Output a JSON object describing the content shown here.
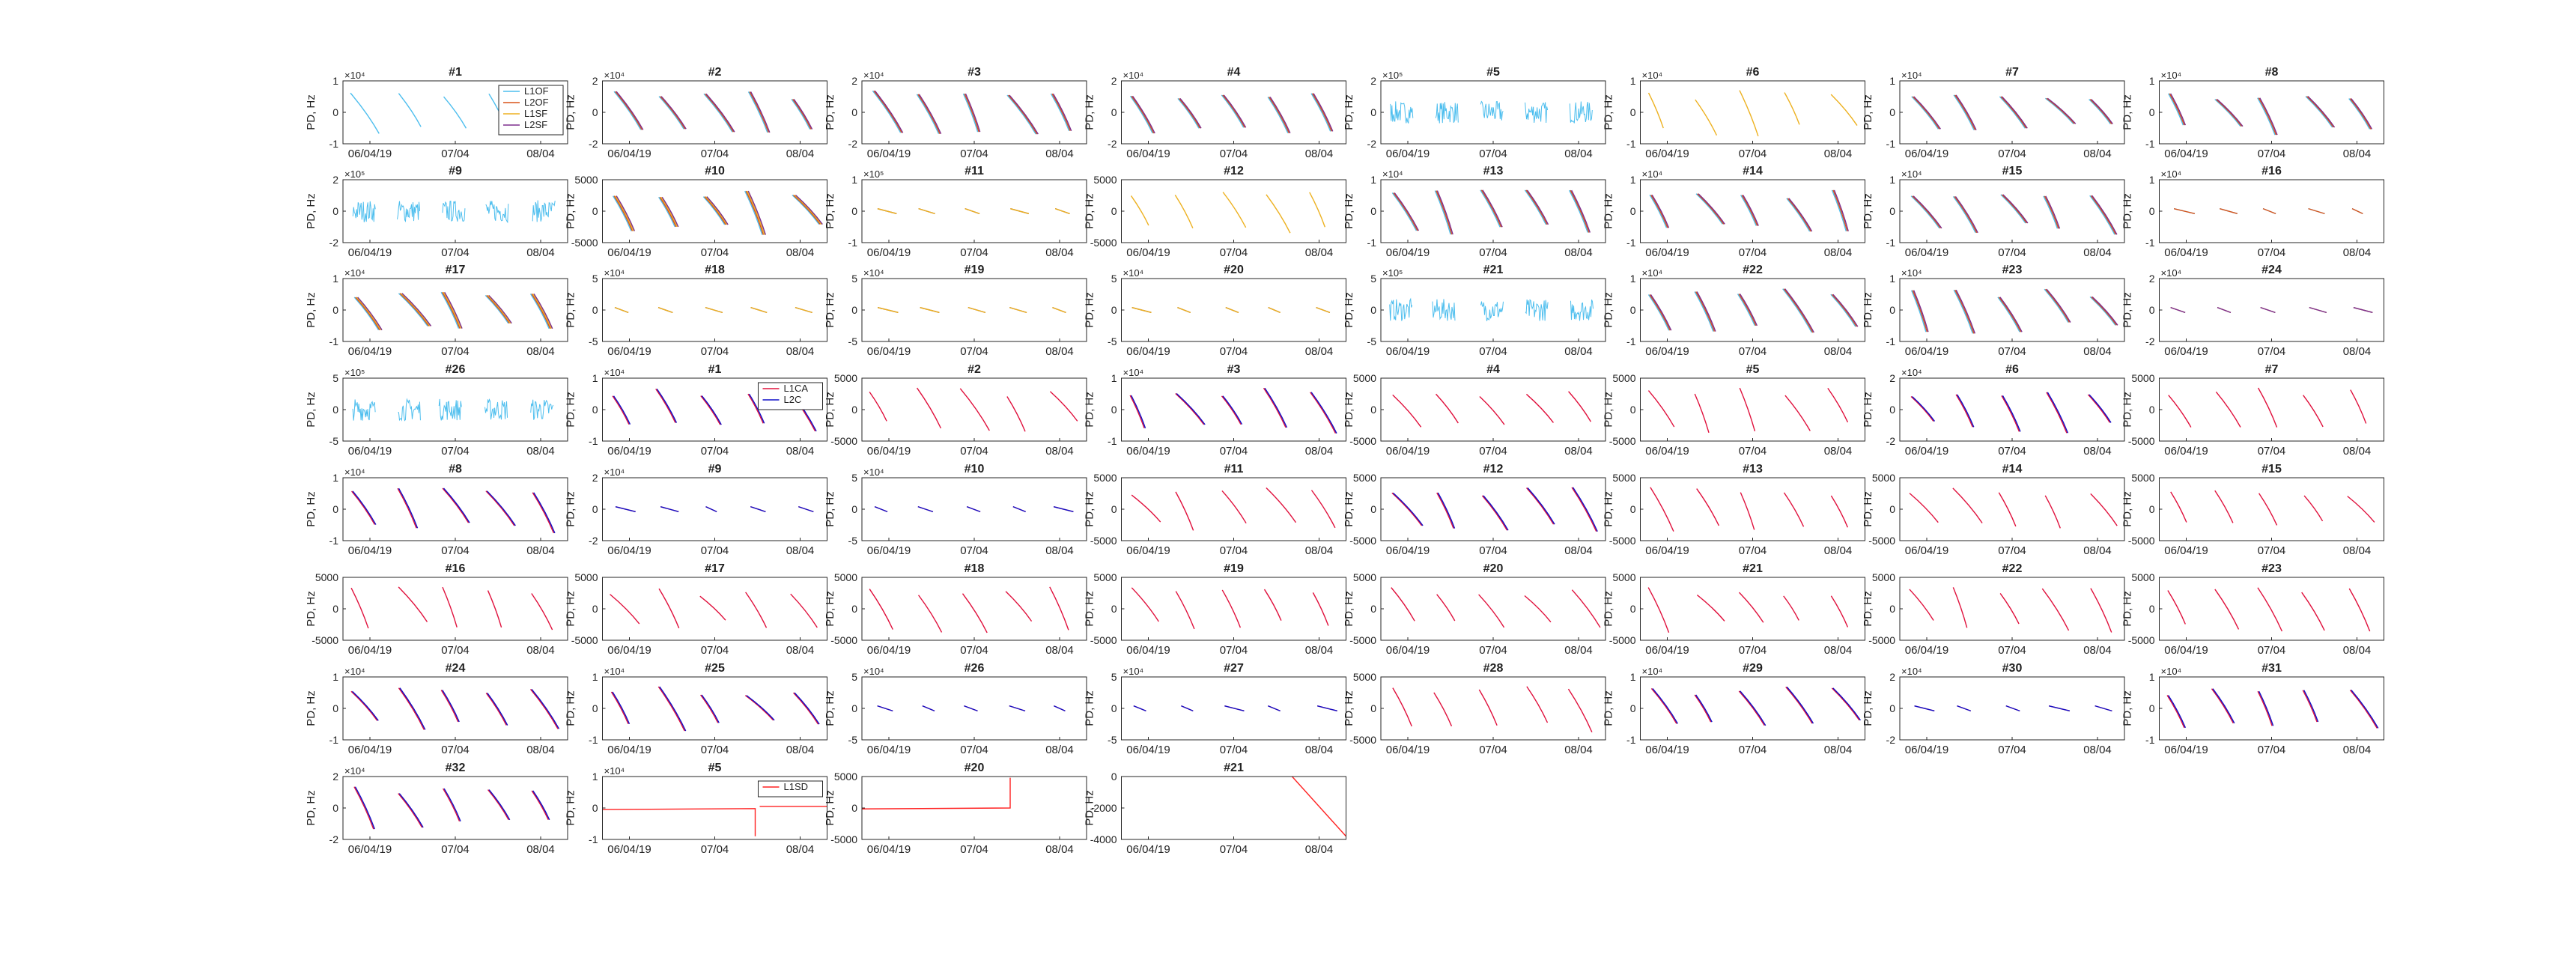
{
  "figure": {
    "ylabel": "PD, Hz",
    "xticks": [
      "06/04/19",
      "07/04",
      "08/04"
    ]
  },
  "legends": {
    "glonass": [
      "L1OF",
      "L2OF",
      "L1SF",
      "L2SF"
    ],
    "gps": [
      "L1CA",
      "L2C"
    ],
    "sbas": [
      "L1SD"
    ]
  },
  "colors": {
    "L1OF": "#4DBEEE",
    "L2OF": "#D95319",
    "L1SF": "#EDB120",
    "L2SF": "#7E2F8E",
    "L1CA": "#E0103C",
    "L2C": "#1010C8",
    "L1SD": "#FF2020"
  },
  "chart_data": [
    {
      "type": "line",
      "title": "#1",
      "yticks": [
        "1",
        "0",
        "-1"
      ],
      "exp": "×10⁴",
      "ylim": [
        -1,
        1
      ],
      "series": [
        "L1OF"
      ],
      "pattern": "saw",
      "legend": "glonass"
    },
    {
      "type": "line",
      "title": "#2",
      "yticks": [
        "2",
        "0",
        "-2"
      ],
      "exp": "×10⁴",
      "ylim": [
        -2,
        2
      ],
      "series": [
        "L1OF",
        "L2OF",
        "L2SF"
      ],
      "pattern": "saw"
    },
    {
      "type": "line",
      "title": "#3",
      "yticks": [
        "2",
        "0",
        "-2"
      ],
      "exp": "×10⁴",
      "ylim": [
        -2,
        2
      ],
      "series": [
        "L1OF",
        "L2OF",
        "L2SF"
      ],
      "pattern": "saw"
    },
    {
      "type": "line",
      "title": "#4",
      "yticks": [
        "2",
        "0",
        "-2"
      ],
      "exp": "×10⁴",
      "ylim": [
        -2,
        2
      ],
      "series": [
        "L1OF",
        "L2OF",
        "L2SF"
      ],
      "pattern": "saw"
    },
    {
      "type": "line",
      "title": "#5",
      "yticks": [
        "2",
        "0",
        "-2"
      ],
      "exp": "×10⁵",
      "ylim": [
        -2,
        2
      ],
      "series": [
        "L1OF"
      ],
      "pattern": "noise"
    },
    {
      "type": "line",
      "title": "#6",
      "yticks": [
        "1",
        "0",
        "-1"
      ],
      "exp": "×10⁴",
      "ylim": [
        -1,
        1
      ],
      "series": [
        "L1SF"
      ],
      "pattern": "saw"
    },
    {
      "type": "line",
      "title": "#7",
      "yticks": [
        "1",
        "0",
        "-1"
      ],
      "exp": "×10⁴",
      "ylim": [
        -1,
        1
      ],
      "series": [
        "L1OF",
        "L2OF",
        "L2SF"
      ],
      "pattern": "saw"
    },
    {
      "type": "line",
      "title": "#8",
      "yticks": [
        "1",
        "0",
        "-1"
      ],
      "exp": "×10⁴",
      "ylim": [
        -1,
        1
      ],
      "series": [
        "L1OF",
        "L2OF",
        "L2SF"
      ],
      "pattern": "saw"
    },
    {
      "type": "line",
      "title": "#9",
      "yticks": [
        "2",
        "0",
        "-2"
      ],
      "exp": "×10⁵",
      "ylim": [
        -2,
        2
      ],
      "series": [
        "L1OF"
      ],
      "pattern": "noise"
    },
    {
      "type": "line",
      "title": "#10",
      "yticks": [
        "5000",
        "0",
        "-5000"
      ],
      "exp": "",
      "ylim": [
        -5000,
        5000
      ],
      "series": [
        "L1OF",
        "L2OF",
        "L1SF",
        "L2SF"
      ],
      "pattern": "saw"
    },
    {
      "type": "line",
      "title": "#11",
      "yticks": [
        "1",
        "0",
        "-1"
      ],
      "exp": "×10⁵",
      "ylim": [
        -1,
        1
      ],
      "series": [
        "L1OF",
        "L2OF",
        "L1SF"
      ],
      "pattern": "flat"
    },
    {
      "type": "line",
      "title": "#12",
      "yticks": [
        "5000",
        "0",
        "-5000"
      ],
      "exp": "",
      "ylim": [
        -5000,
        5000
      ],
      "series": [
        "L1SF"
      ],
      "pattern": "saw"
    },
    {
      "type": "line",
      "title": "#13",
      "yticks": [
        "1",
        "0",
        "-1"
      ],
      "exp": "×10⁴",
      "ylim": [
        -1,
        1
      ],
      "series": [
        "L1OF",
        "L2OF",
        "L2SF"
      ],
      "pattern": "saw"
    },
    {
      "type": "line",
      "title": "#14",
      "yticks": [
        "1",
        "0",
        "-1"
      ],
      "exp": "×10⁴",
      "ylim": [
        -1,
        1
      ],
      "series": [
        "L1OF",
        "L2OF",
        "L2SF"
      ],
      "pattern": "saw"
    },
    {
      "type": "line",
      "title": "#15",
      "yticks": [
        "1",
        "0",
        "-1"
      ],
      "exp": "×10⁴",
      "ylim": [
        -1,
        1
      ],
      "series": [
        "L1OF",
        "L2OF",
        "L2SF"
      ],
      "pattern": "saw"
    },
    {
      "type": "line",
      "title": "#16",
      "yticks": [
        "1",
        "0",
        "-1"
      ],
      "exp": "×10⁴",
      "ylim": [
        -1,
        1
      ],
      "series": [
        "L1OF",
        "L2OF"
      ],
      "pattern": "flat"
    },
    {
      "type": "line",
      "title": "#17",
      "yticks": [
        "1",
        "0",
        "-1"
      ],
      "exp": "×10⁴",
      "ylim": [
        -1,
        1
      ],
      "series": [
        "L1OF",
        "L2OF",
        "L1SF",
        "L2SF"
      ],
      "pattern": "saw"
    },
    {
      "type": "line",
      "title": "#18",
      "yticks": [
        "5",
        "0",
        "-5"
      ],
      "exp": "×10⁴",
      "ylim": [
        -5,
        5
      ],
      "series": [
        "L1OF",
        "L2OF",
        "L1SF"
      ],
      "pattern": "flat"
    },
    {
      "type": "line",
      "title": "#19",
      "yticks": [
        "5",
        "0",
        "-5"
      ],
      "exp": "×10⁴",
      "ylim": [
        -5,
        5
      ],
      "series": [
        "L1OF",
        "L2OF",
        "L1SF"
      ],
      "pattern": "flat"
    },
    {
      "type": "line",
      "title": "#20",
      "yticks": [
        "5",
        "0",
        "-5"
      ],
      "exp": "×10⁴",
      "ylim": [
        -5,
        5
      ],
      "series": [
        "L1OF",
        "L2OF",
        "L1SF"
      ],
      "pattern": "flat"
    },
    {
      "type": "line",
      "title": "#21",
      "yticks": [
        "5",
        "0",
        "-5"
      ],
      "exp": "×10⁵",
      "ylim": [
        -5,
        5
      ],
      "series": [
        "L1OF"
      ],
      "pattern": "noise"
    },
    {
      "type": "line",
      "title": "#22",
      "yticks": [
        "1",
        "0",
        "-1"
      ],
      "exp": "×10⁴",
      "ylim": [
        -1,
        1
      ],
      "series": [
        "L1OF",
        "L2OF",
        "L2SF"
      ],
      "pattern": "saw"
    },
    {
      "type": "line",
      "title": "#23",
      "yticks": [
        "1",
        "0",
        "-1"
      ],
      "exp": "×10⁴",
      "ylim": [
        -1,
        1
      ],
      "series": [
        "L1OF",
        "L2OF",
        "L2SF"
      ],
      "pattern": "saw"
    },
    {
      "type": "line",
      "title": "#24",
      "yticks": [
        "2",
        "0",
        "-2"
      ],
      "exp": "×10⁴",
      "ylim": [
        -2,
        2
      ],
      "series": [
        "L1OF",
        "L2OF",
        "L2SF"
      ],
      "pattern": "flat"
    },
    {
      "type": "line",
      "title": "#26",
      "yticks": [
        "5",
        "0",
        "-5"
      ],
      "exp": "×10⁵",
      "ylim": [
        -5,
        5
      ],
      "series": [
        "L1OF"
      ],
      "pattern": "noise"
    },
    {
      "type": "line",
      "title": "#1",
      "yticks": [
        "1",
        "0",
        "-1"
      ],
      "exp": "×10⁴",
      "ylim": [
        -1,
        1
      ],
      "series": [
        "L1CA",
        "L2C"
      ],
      "pattern": "saw",
      "legend": "gps"
    },
    {
      "type": "line",
      "title": "#2",
      "yticks": [
        "5000",
        "0",
        "-5000"
      ],
      "exp": "",
      "ylim": [
        -5000,
        5000
      ],
      "series": [
        "L1CA"
      ],
      "pattern": "saw"
    },
    {
      "type": "line",
      "title": "#3",
      "yticks": [
        "1",
        "0",
        "-1"
      ],
      "exp": "×10⁴",
      "ylim": [
        -1,
        1
      ],
      "series": [
        "L1CA",
        "L2C"
      ],
      "pattern": "saw"
    },
    {
      "type": "line",
      "title": "#4",
      "yticks": [
        "5000",
        "0",
        "-5000"
      ],
      "exp": "",
      "ylim": [
        -5000,
        5000
      ],
      "series": [
        "L1CA"
      ],
      "pattern": "saw"
    },
    {
      "type": "line",
      "title": "#5",
      "yticks": [
        "5000",
        "0",
        "-5000"
      ],
      "exp": "",
      "ylim": [
        -5000,
        5000
      ],
      "series": [
        "L1CA"
      ],
      "pattern": "saw"
    },
    {
      "type": "line",
      "title": "#6",
      "yticks": [
        "2",
        "0",
        "-2"
      ],
      "exp": "×10⁴",
      "ylim": [
        -2,
        2
      ],
      "series": [
        "L1CA",
        "L2C"
      ],
      "pattern": "saw"
    },
    {
      "type": "line",
      "title": "#7",
      "yticks": [
        "5000",
        "0",
        "-5000"
      ],
      "exp": "",
      "ylim": [
        -5000,
        5000
      ],
      "series": [
        "L1CA"
      ],
      "pattern": "saw"
    },
    {
      "type": "line",
      "title": "#8",
      "yticks": [
        "1",
        "0",
        "-1"
      ],
      "exp": "×10⁴",
      "ylim": [
        -1,
        1
      ],
      "series": [
        "L1CA",
        "L2C"
      ],
      "pattern": "saw"
    },
    {
      "type": "line",
      "title": "#9",
      "yticks": [
        "2",
        "0",
        "-2"
      ],
      "exp": "×10⁴",
      "ylim": [
        -2,
        2
      ],
      "series": [
        "L1CA",
        "L2C"
      ],
      "pattern": "flat"
    },
    {
      "type": "line",
      "title": "#10",
      "yticks": [
        "5",
        "0",
        "-5"
      ],
      "exp": "×10⁴",
      "ylim": [
        -5,
        5
      ],
      "series": [
        "L1CA",
        "L2C"
      ],
      "pattern": "flat"
    },
    {
      "type": "line",
      "title": "#11",
      "yticks": [
        "5000",
        "0",
        "-5000"
      ],
      "exp": "",
      "ylim": [
        -5000,
        5000
      ],
      "series": [
        "L1CA"
      ],
      "pattern": "saw"
    },
    {
      "type": "line",
      "title": "#12",
      "yticks": [
        "5000",
        "0",
        "-5000"
      ],
      "exp": "",
      "ylim": [
        -5000,
        5000
      ],
      "series": [
        "L1CA",
        "L2C"
      ],
      "pattern": "saw"
    },
    {
      "type": "line",
      "title": "#13",
      "yticks": [
        "5000",
        "0",
        "-5000"
      ],
      "exp": "",
      "ylim": [
        -5000,
        5000
      ],
      "series": [
        "L1CA"
      ],
      "pattern": "saw"
    },
    {
      "type": "line",
      "title": "#14",
      "yticks": [
        "5000",
        "0",
        "-5000"
      ],
      "exp": "",
      "ylim": [
        -5000,
        5000
      ],
      "series": [
        "L1CA"
      ],
      "pattern": "saw"
    },
    {
      "type": "line",
      "title": "#15",
      "yticks": [
        "5000",
        "0",
        "-5000"
      ],
      "exp": "",
      "ylim": [
        -5000,
        5000
      ],
      "series": [
        "L1CA"
      ],
      "pattern": "saw"
    },
    {
      "type": "line",
      "title": "#16",
      "yticks": [
        "5000",
        "0",
        "-5000"
      ],
      "exp": "",
      "ylim": [
        -5000,
        5000
      ],
      "series": [
        "L1CA"
      ],
      "pattern": "saw"
    },
    {
      "type": "line",
      "title": "#17",
      "yticks": [
        "5000",
        "0",
        "-5000"
      ],
      "exp": "",
      "ylim": [
        -5000,
        5000
      ],
      "series": [
        "L1CA"
      ],
      "pattern": "saw"
    },
    {
      "type": "line",
      "title": "#18",
      "yticks": [
        "5000",
        "0",
        "-5000"
      ],
      "exp": "",
      "ylim": [
        -5000,
        5000
      ],
      "series": [
        "L1CA"
      ],
      "pattern": "saw"
    },
    {
      "type": "line",
      "title": "#19",
      "yticks": [
        "5000",
        "0",
        "-5000"
      ],
      "exp": "",
      "ylim": [
        -5000,
        5000
      ],
      "series": [
        "L1CA"
      ],
      "pattern": "saw"
    },
    {
      "type": "line",
      "title": "#20",
      "yticks": [
        "5000",
        "0",
        "-5000"
      ],
      "exp": "",
      "ylim": [
        -5000,
        5000
      ],
      "series": [
        "L1CA"
      ],
      "pattern": "saw"
    },
    {
      "type": "line",
      "title": "#21",
      "yticks": [
        "5000",
        "0",
        "-5000"
      ],
      "exp": "",
      "ylim": [
        -5000,
        5000
      ],
      "series": [
        "L1CA"
      ],
      "pattern": "saw"
    },
    {
      "type": "line",
      "title": "#22",
      "yticks": [
        "5000",
        "0",
        "-5000"
      ],
      "exp": "",
      "ylim": [
        -5000,
        5000
      ],
      "series": [
        "L1CA"
      ],
      "pattern": "saw"
    },
    {
      "type": "line",
      "title": "#23",
      "yticks": [
        "5000",
        "0",
        "-5000"
      ],
      "exp": "",
      "ylim": [
        -5000,
        5000
      ],
      "series": [
        "L1CA"
      ],
      "pattern": "saw"
    },
    {
      "type": "line",
      "title": "#24",
      "yticks": [
        "1",
        "0",
        "-1"
      ],
      "exp": "×10⁴",
      "ylim": [
        -1,
        1
      ],
      "series": [
        "L1CA",
        "L2C"
      ],
      "pattern": "saw"
    },
    {
      "type": "line",
      "title": "#25",
      "yticks": [
        "1",
        "0",
        "-1"
      ],
      "exp": "×10⁴",
      "ylim": [
        -1,
        1
      ],
      "series": [
        "L1CA",
        "L2C"
      ],
      "pattern": "saw"
    },
    {
      "type": "line",
      "title": "#26",
      "yticks": [
        "5",
        "0",
        "-5"
      ],
      "exp": "×10⁴",
      "ylim": [
        -5,
        5
      ],
      "series": [
        "L1CA",
        "L2C"
      ],
      "pattern": "flat"
    },
    {
      "type": "line",
      "title": "#27",
      "yticks": [
        "5",
        "0",
        "-5"
      ],
      "exp": "×10⁴",
      "ylim": [
        -5,
        5
      ],
      "series": [
        "L1CA",
        "L2C"
      ],
      "pattern": "flat"
    },
    {
      "type": "line",
      "title": "#28",
      "yticks": [
        "5000",
        "0",
        "-5000"
      ],
      "exp": "",
      "ylim": [
        -5000,
        5000
      ],
      "series": [
        "L1CA"
      ],
      "pattern": "saw"
    },
    {
      "type": "line",
      "title": "#29",
      "yticks": [
        "1",
        "0",
        "-1"
      ],
      "exp": "×10⁴",
      "ylim": [
        -1,
        1
      ],
      "series": [
        "L1CA",
        "L2C"
      ],
      "pattern": "saw"
    },
    {
      "type": "line",
      "title": "#30",
      "yticks": [
        "2",
        "0",
        "-2"
      ],
      "exp": "×10⁴",
      "ylim": [
        -2,
        2
      ],
      "series": [
        "L1CA",
        "L2C"
      ],
      "pattern": "flat"
    },
    {
      "type": "line",
      "title": "#31",
      "yticks": [
        "1",
        "0",
        "-1"
      ],
      "exp": "×10⁴",
      "ylim": [
        -1,
        1
      ],
      "series": [
        "L1CA",
        "L2C"
      ],
      "pattern": "saw"
    },
    {
      "type": "line",
      "title": "#32",
      "yticks": [
        "2",
        "0",
        "-2"
      ],
      "exp": "×10⁴",
      "ylim": [
        -2,
        2
      ],
      "series": [
        "L1CA",
        "L2C"
      ],
      "pattern": "saw"
    },
    {
      "type": "line",
      "title": "#5",
      "yticks": [
        "1",
        "0",
        "-1"
      ],
      "exp": "×10⁴",
      "ylim": [
        -1,
        1
      ],
      "series": [
        "L1SD"
      ],
      "pattern": "sbas5",
      "legend": "sbas"
    },
    {
      "type": "line",
      "title": "#20",
      "yticks": [
        "5000",
        "0",
        "-5000"
      ],
      "exp": "",
      "ylim": [
        -5000,
        5000
      ],
      "series": [
        "L1SD"
      ],
      "pattern": "sbas20"
    },
    {
      "type": "line",
      "title": "#21",
      "yticks": [
        "0",
        "-2000",
        "-4000"
      ],
      "exp": "",
      "ylim": [
        -4000,
        0
      ],
      "series": [
        "L1SD"
      ],
      "pattern": "sbas21"
    }
  ]
}
